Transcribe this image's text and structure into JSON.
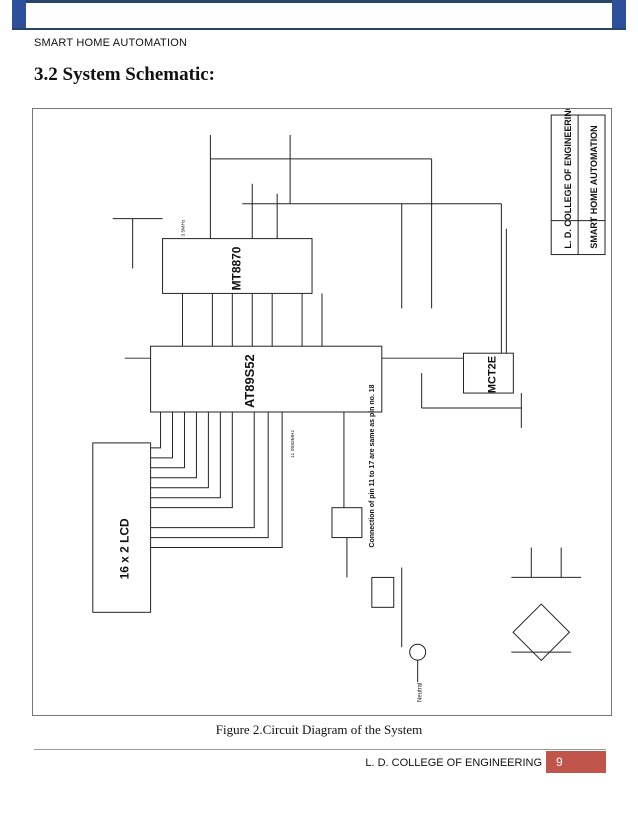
{
  "header": {
    "running_title": "SMART HOME AUTOMATION"
  },
  "section": {
    "title": "3.2 System Schematic:"
  },
  "schematic": {
    "title_block_line1": "L. D. COLLEGE OF ENGINEERING",
    "title_block_line2": "SMART HOME AUTOMATION",
    "ic_decoder": "MT8870",
    "ic_mcu": "AT89S52",
    "ic_opto": "MCT2E",
    "lcd_label": "16 x 2 LCD",
    "note": "Connection of pin 11 to 17 are same as pin no. 18",
    "neutral_label": "Neutral",
    "crystal_decoder": "3.5MHz",
    "crystal_mcu": "11.0592MHz"
  },
  "caption": "Figure 2.Circuit Diagram of the System",
  "footer": {
    "college": "L. D. COLLEGE OF ENGINEERING",
    "page_number": "9"
  },
  "colors": {
    "rule": "#27446b",
    "corner": "#2e4f9a",
    "badge": "#c0564b"
  }
}
